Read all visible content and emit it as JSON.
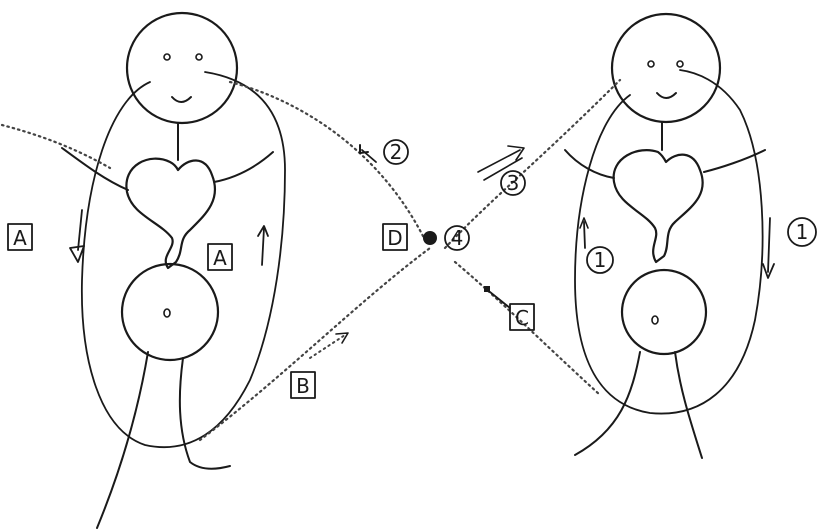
{
  "labels": {
    "box_a": "A",
    "box_b": "B",
    "box_c": "C",
    "box_d": "D",
    "circled_1": "1",
    "circled_2": "2",
    "circled_3": "3",
    "circled_4": "4"
  }
}
